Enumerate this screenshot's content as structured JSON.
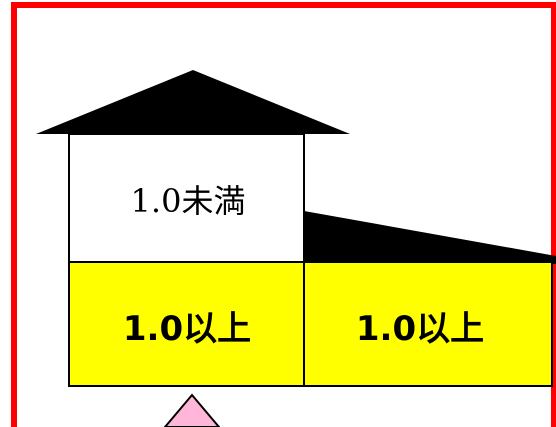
{
  "diagram": {
    "upper_floor_label": "1.0未満",
    "lower_left_label": "1.0以上",
    "lower_right_label": "1.0以上",
    "colors": {
      "frame_border": "#ff0000",
      "lower_floor_fill": "#ffff00",
      "upper_floor_fill": "#ffffff",
      "roof_fill": "#000000",
      "outline": "#000000",
      "pointer_fill": "#ffb6d9"
    }
  }
}
